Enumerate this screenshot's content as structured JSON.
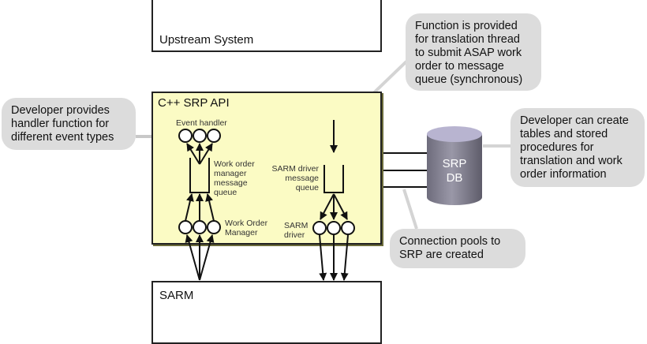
{
  "diagram": {
    "upstream": {
      "label": "Upstream System"
    },
    "api": {
      "title": "C++ SRP API",
      "event_handler": "Event handler",
      "wo_queue": [
        "Work order",
        "manager",
        "message",
        "queue"
      ],
      "wo_manager": [
        "Work Order",
        "Manager"
      ],
      "sarm_queue": [
        "SARM driver",
        "message",
        "queue"
      ],
      "sarm_driver": [
        "SARM",
        "driver"
      ]
    },
    "sarm": {
      "label": "SARM"
    },
    "db": {
      "line1": "SRP",
      "line2": "DB"
    },
    "callouts": {
      "function": "Function is provided for translation thread to submit ASAP work order to message queue (synchronous)",
      "handler": "Developer provides handler function for different event types",
      "tables": "Developer can create tables and stored procedures for translation and work order information",
      "pools": "Connection pools to SRP are created"
    },
    "colors": {
      "api_fill": "#fbfbc4",
      "callout_fill": "#dcdcdc",
      "db_fill": "#8c8a98"
    }
  }
}
